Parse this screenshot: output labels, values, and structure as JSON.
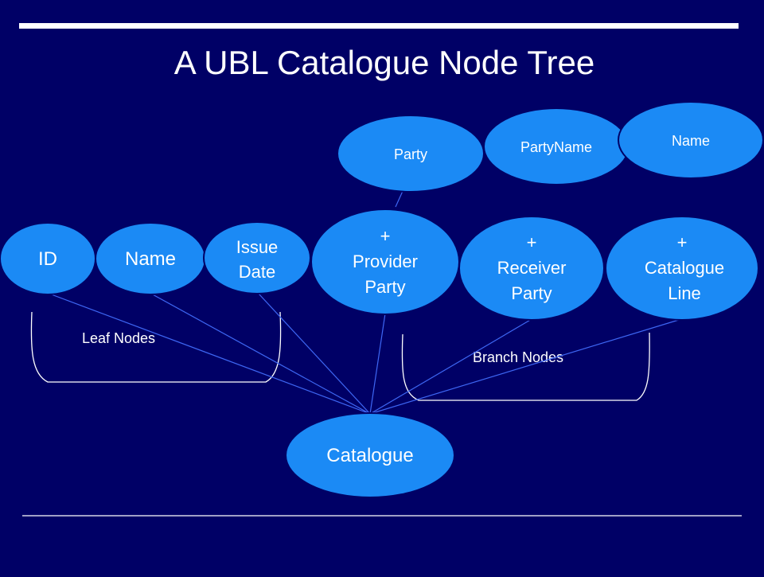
{
  "slide": {
    "title": "A UBL Catalogue Node Tree"
  },
  "tree": {
    "root": {
      "label": [
        "Catalogue"
      ]
    },
    "leaf_nodes": [
      {
        "label": [
          "ID"
        ]
      },
      {
        "label": [
          "Name"
        ]
      },
      {
        "label": [
          "Issue",
          "Date"
        ]
      }
    ],
    "branch_nodes": [
      {
        "label": [
          "+",
          "Provider",
          "Party"
        ]
      },
      {
        "label": [
          "+",
          "Receiver",
          "Party"
        ]
      },
      {
        "label": [
          "+",
          "Catalogue",
          "Line"
        ]
      }
    ],
    "sub_nodes": [
      {
        "label": [
          "Party"
        ]
      },
      {
        "label": [
          "PartyName"
        ]
      },
      {
        "label": [
          "Name"
        ]
      }
    ],
    "group_labels": {
      "leaf": "Leaf Nodes",
      "branch": "Branch Nodes"
    }
  },
  "colors": {
    "background": "#000066",
    "node_fill": "#1b8af5",
    "node_stroke": "#000066",
    "edge": "#3e67f4",
    "text": "#ffffff",
    "rule": "#ffffff"
  }
}
